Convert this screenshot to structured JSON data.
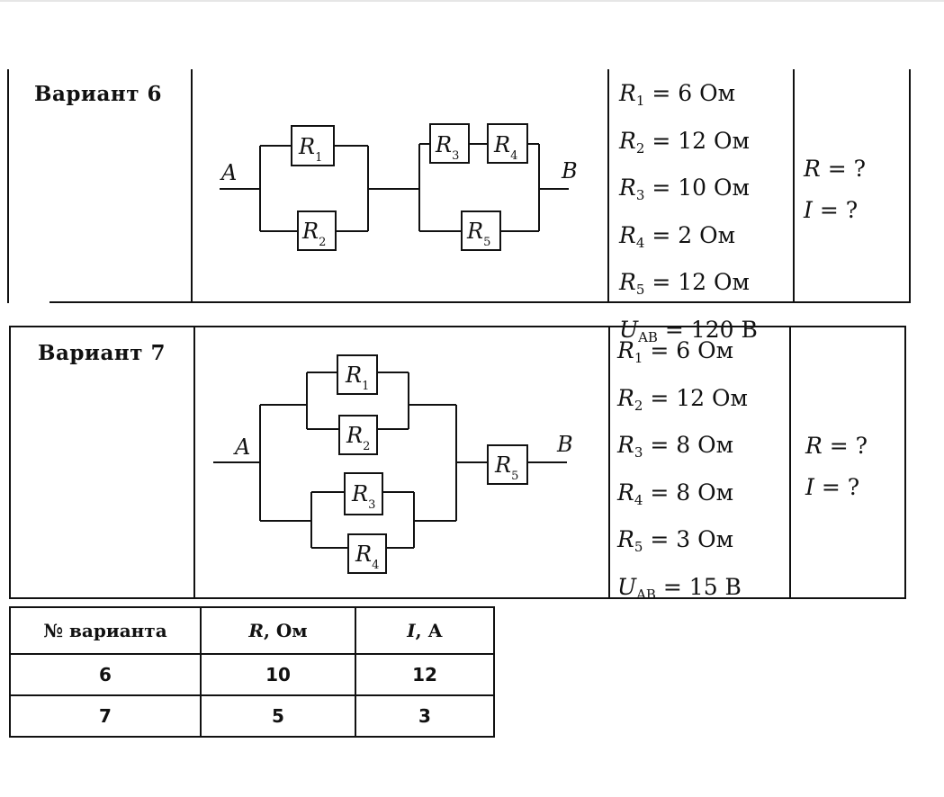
{
  "variants": [
    {
      "title": "Вариант 6",
      "terminal_a": "A",
      "terminal_b": "B",
      "resistor_labels": [
        "R1",
        "R2",
        "R3",
        "R4",
        "R5"
      ],
      "given": [
        {
          "sym": "R",
          "sub": "1",
          "val": "= 6 Ом"
        },
        {
          "sym": "R",
          "sub": "2",
          "val": "= 12 Ом"
        },
        {
          "sym": "R",
          "sub": "3",
          "val": "= 10 Ом"
        },
        {
          "sym": "R",
          "sub": "4",
          "val": "= 2 Ом"
        },
        {
          "sym": "R",
          "sub": "5",
          "val": "= 12 Ом"
        },
        {
          "sym": "U",
          "sub": "AB",
          "val": "= 120 В"
        }
      ],
      "find": [
        {
          "sym": "R",
          "val": "= ?"
        },
        {
          "sym": "I",
          "val": "= ?"
        }
      ]
    },
    {
      "title": "Вариант 7",
      "terminal_a": "A",
      "terminal_b": "B",
      "resistor_labels": [
        "R1",
        "R2",
        "R3",
        "R4",
        "R5"
      ],
      "given": [
        {
          "sym": "R",
          "sub": "1",
          "val": "= 6 Ом"
        },
        {
          "sym": "R",
          "sub": "2",
          "val": "= 12 Ом"
        },
        {
          "sym": "R",
          "sub": "3",
          "val": "= 8 Ом"
        },
        {
          "sym": "R",
          "sub": "4",
          "val": "= 8 Ом"
        },
        {
          "sym": "R",
          "sub": "5",
          "val": "= 3 Ом"
        },
        {
          "sym": "U",
          "sub": "AB",
          "val": "= 15 В"
        }
      ],
      "find": [
        {
          "sym": "R",
          "val": "= ?"
        },
        {
          "sym": "I",
          "val": "= ?"
        }
      ]
    }
  ],
  "answers": {
    "headers": [
      "№ варианта",
      "R",
      ", Ом",
      "I",
      ", А"
    ],
    "rows": [
      [
        "6",
        "10",
        "12"
      ],
      [
        "7",
        "5",
        "3"
      ]
    ]
  }
}
